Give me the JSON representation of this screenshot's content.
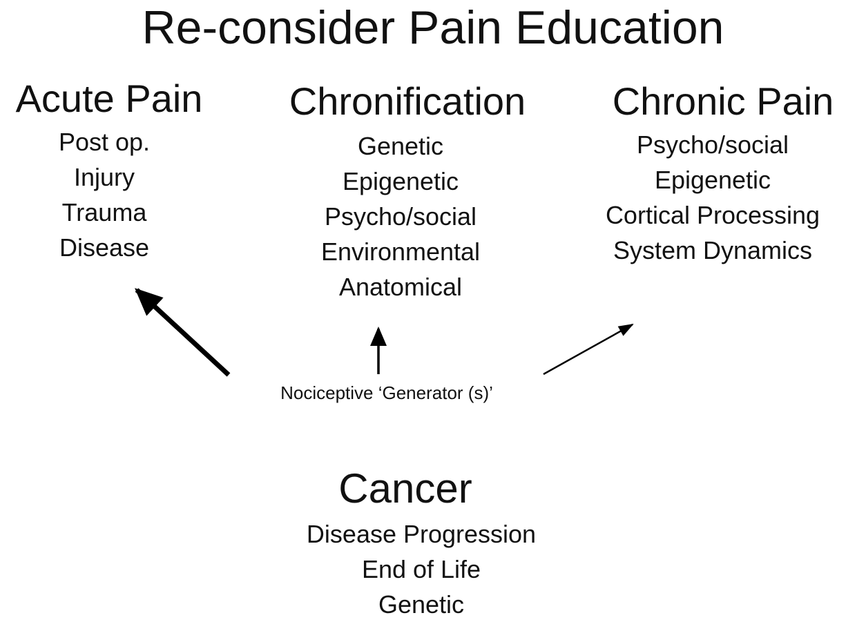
{
  "title": "Re-consider Pain Education",
  "acute": {
    "heading": "Acute Pain",
    "items": [
      "Post op.",
      "Injury",
      "Trauma",
      "Disease"
    ]
  },
  "chronification": {
    "heading": "Chronification",
    "items": [
      "Genetic",
      "Epigenetic",
      "Psycho/social",
      "Environmental",
      "Anatomical"
    ]
  },
  "chronic": {
    "heading": "Chronic Pain",
    "items": [
      "Psycho/social",
      "Epigenetic",
      "Cortical Processing",
      "System Dynamics"
    ]
  },
  "generator": {
    "label": "Nociceptive ‘Generator (s)’"
  },
  "cancer": {
    "heading": "Cancer",
    "items": [
      "Disease Progression",
      "End of Life",
      "Genetic"
    ]
  },
  "colors": {
    "text": "#111111",
    "arrow": "#000000",
    "background": "#ffffff"
  }
}
